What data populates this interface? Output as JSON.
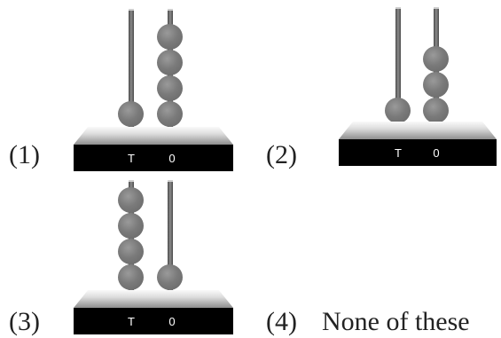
{
  "options": [
    {
      "label": "(1)",
      "place_labels": [
        "T",
        "0"
      ],
      "beads": {
        "tens": 1,
        "ones": 4
      }
    },
    {
      "label": "(2)",
      "place_labels": [
        "T",
        "0"
      ],
      "beads": {
        "tens": 1,
        "ones": 3
      }
    },
    {
      "label": "(3)",
      "place_labels": [
        "T",
        "0"
      ],
      "beads": {
        "tens": 4,
        "ones": 1
      }
    },
    {
      "label": "(4)",
      "text": "None of these"
    }
  ]
}
